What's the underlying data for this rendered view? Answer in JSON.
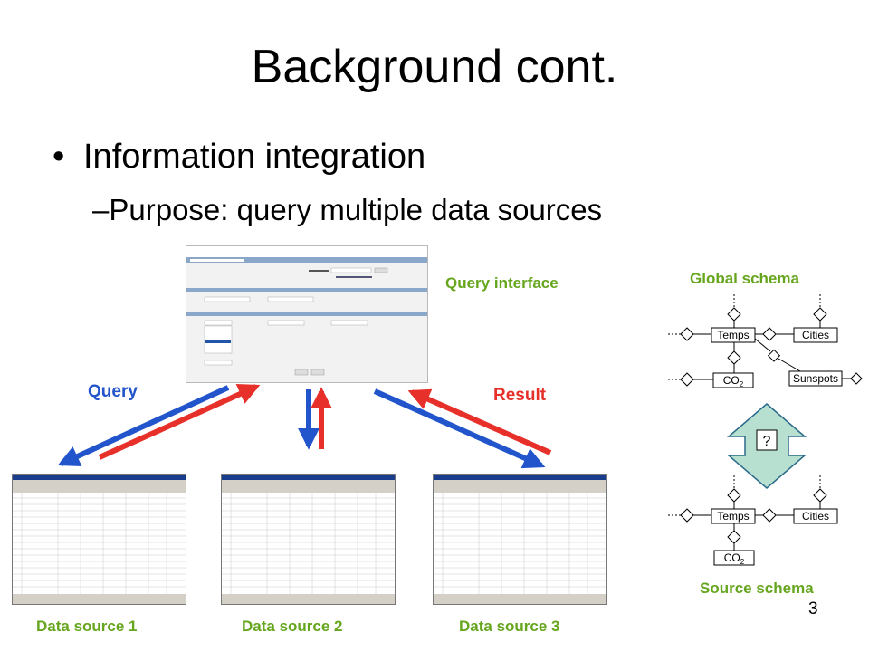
{
  "slide": {
    "title": "Background cont.",
    "bullet": "Information integration",
    "sub_bullet": "Purpose: query multiple data sources",
    "page_number": "3"
  },
  "labels": {
    "query_interface": "Query interface",
    "global_schema": "Global schema",
    "source_schema": "Source schema",
    "query": "Query",
    "result": "Result",
    "question_mark": "?"
  },
  "data_sources": [
    "Data source 1",
    "Data source 2",
    "Data source 3"
  ],
  "schema": {
    "global_entities": [
      "Temps",
      "Cities",
      "CO",
      "Sunspots"
    ],
    "source_entities": [
      "Temps",
      "Cities",
      "CO"
    ],
    "subscript": "2"
  },
  "colors": {
    "label_green": "#66a61e",
    "query_blue": "#2255cc",
    "result_red": "#e8302a",
    "mapping_arrow": "#b8e0d0"
  }
}
